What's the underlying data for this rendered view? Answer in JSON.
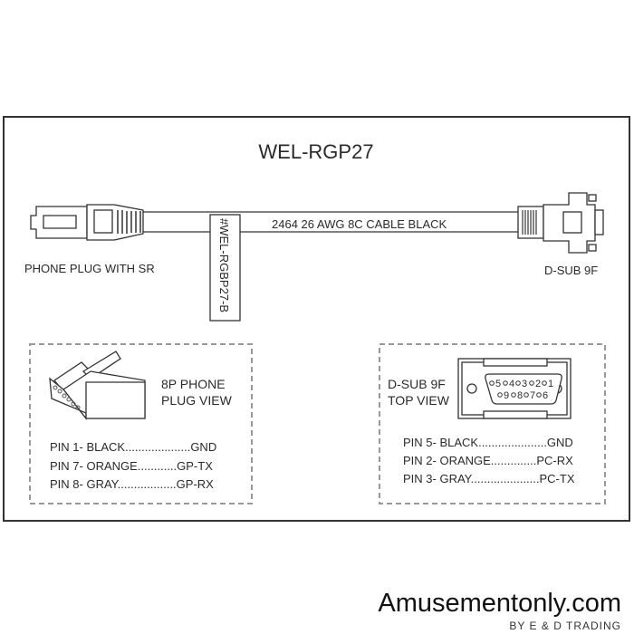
{
  "title": "WEL-RGP27",
  "cable_label": "2464 26 AWG 8C CABLE BLACK",
  "part_tag": "#WEL-RGBP27-B",
  "left_connector_label": "PHONE PLUG WITH SR",
  "right_connector_label": "D-SUB 9F",
  "left_panel": {
    "view_title_1": "8P PHONE",
    "view_title_2": "PLUG VIEW",
    "pins": [
      "PIN 1- BLACK....................GND",
      "PIN 7- ORANGE............GP-TX",
      "PIN 8- GRAY..................GP-RX"
    ]
  },
  "right_panel": {
    "view_title_1": "D-SUB 9F",
    "view_title_2": "TOP VIEW",
    "top_pins": [
      "5",
      "4",
      "3",
      "2",
      "1"
    ],
    "bottom_pins": [
      "9",
      "8",
      "7",
      "6"
    ],
    "pins": [
      "PIN 5- BLACK.....................GND",
      "PIN 2- ORANGE..............PC-RX",
      "PIN 3- GRAY.....................PC-TX"
    ]
  },
  "logo": {
    "name": "Amusementonly.com",
    "tagline": "BY E & D TRADING"
  }
}
